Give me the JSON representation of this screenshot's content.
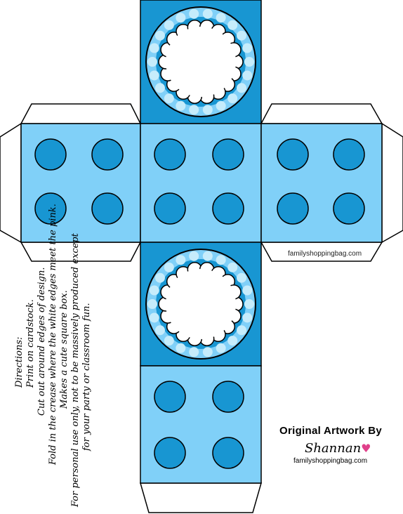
{
  "colors": {
    "dark_blue": "#1896d2",
    "light_blue": "#80d0f8",
    "pale_blue": "#c6ecfb",
    "outline": "#000000"
  },
  "flap_watermark": "familyshoppingbag.com",
  "directions": {
    "title": "Directions:",
    "lines": [
      "Print on cardstock.",
      "Cut out around edges of design.",
      "Fold in the crease where the white edges meet the pink.",
      "Makes a cute square box.",
      "For personal use only, not to be massively produced except",
      "for your party or classroom fun."
    ]
  },
  "credit": {
    "title": "Original Artwork By",
    "signature": "Shannan",
    "site": "familyshoppingbag.com"
  }
}
